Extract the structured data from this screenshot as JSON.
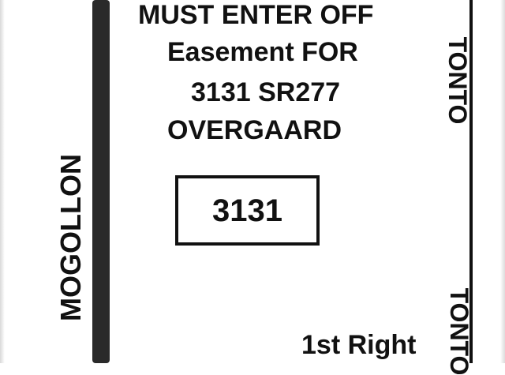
{
  "instructions": {
    "line1": "MUST ENTER OFF",
    "line2": "Easement FOR",
    "line3": "3131 SR277",
    "line4": "OVERGAARD"
  },
  "lot": {
    "number": "3131"
  },
  "roads": {
    "left_label": "MOGOLLON",
    "right_label_top": "TONTO",
    "right_label_bottom": "TONTO"
  },
  "direction": {
    "label": "1st Right"
  }
}
